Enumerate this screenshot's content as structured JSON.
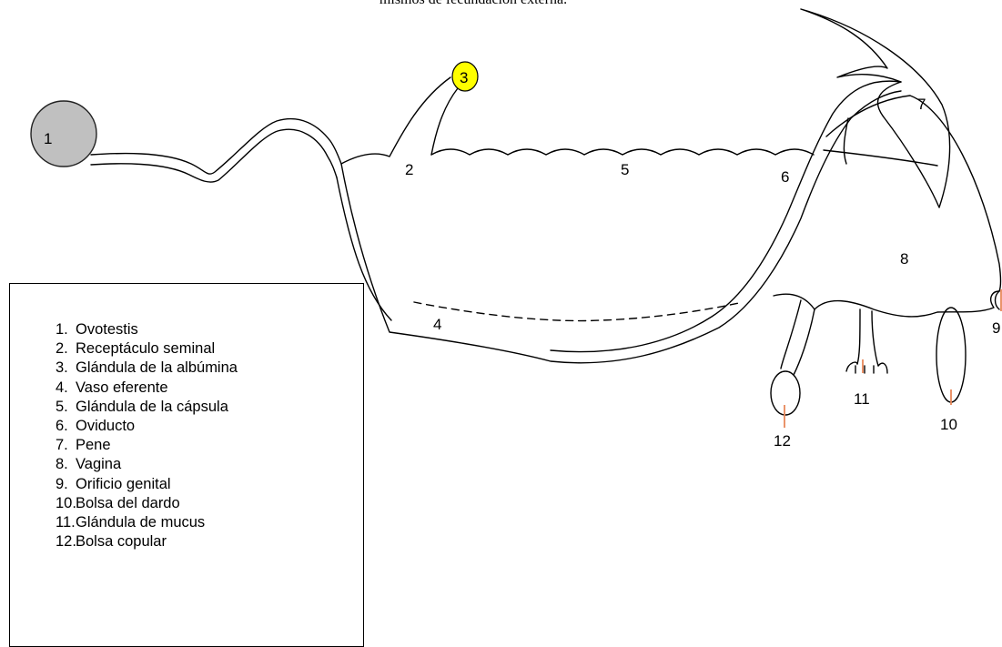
{
  "caption": "mismos de fecundación externa.",
  "colors": {
    "ovotestis": "#c0c0c0",
    "albumina": "#ffff00",
    "pointer": "#e8875a",
    "stroke": "#000000"
  },
  "labels": [
    "1",
    "2",
    "3",
    "4",
    "5",
    "6",
    "7",
    "8",
    "9",
    "10",
    "11",
    "12"
  ],
  "legend": [
    {
      "num": "1.",
      "text": "Ovotestis"
    },
    {
      "num": "2.",
      "text": "Receptáculo seminal"
    },
    {
      "num": "3.",
      "text": "Glándula de la albúmina"
    },
    {
      "num": "4.",
      "text": "Vaso eferente"
    },
    {
      "num": "5.",
      "text": "Glándula de la cápsula"
    },
    {
      "num": "6.",
      "text": "Oviducto"
    },
    {
      "num": "7.",
      "text": "Pene"
    },
    {
      "num": "8.",
      "text": "Vagina"
    },
    {
      "num": "9.",
      "text": "Orificio genital"
    },
    {
      "num": "10.",
      "text": "Bolsa del dardo"
    },
    {
      "num": "11.",
      "text": "Glándula de mucus"
    },
    {
      "num": "12.",
      "text": "Bolsa copular"
    }
  ]
}
